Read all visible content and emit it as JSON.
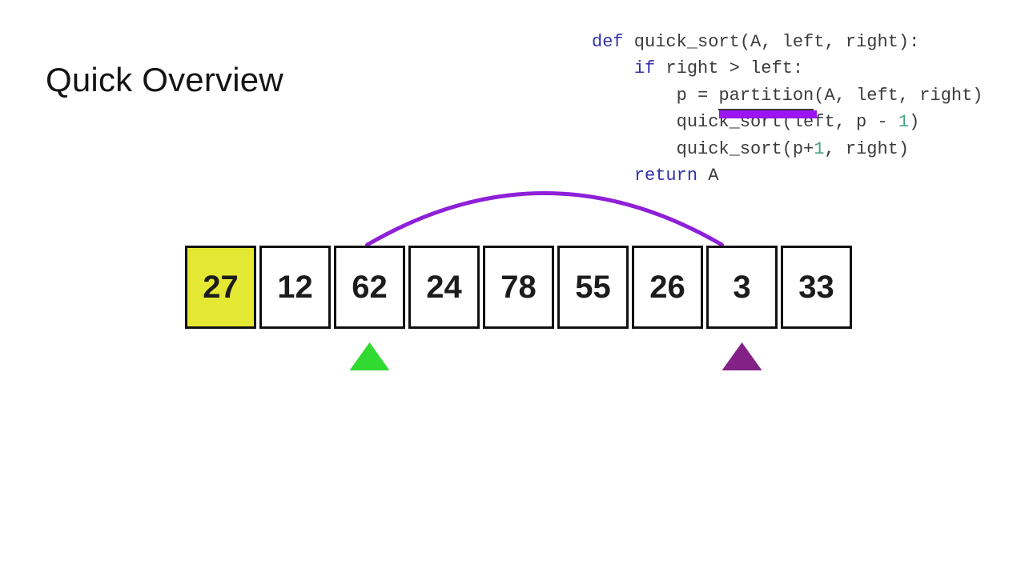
{
  "title": "Quick Overview",
  "colors": {
    "title": "#141414",
    "code_text": "#3c3c3c",
    "keyword": "#3232a8",
    "number": "#4aa383",
    "highlight_underline": "#3a3a3a",
    "highlight_bar": "#9b15f3",
    "arc": "#8e20d8",
    "box_border": "#111111",
    "box_fill": "#ffffff",
    "pivot_fill": "#e5e832",
    "value_text": "#1c1c1c",
    "left_pointer": "#31d931",
    "right_pointer": "#832286"
  },
  "code": {
    "language": "python",
    "lines": [
      [
        {
          "t": "def",
          "c": "kw"
        },
        {
          "t": " quick_sort(A, left, right):",
          "c": "plain"
        }
      ],
      [
        {
          "t": "    ",
          "c": "plain"
        },
        {
          "t": "if",
          "c": "kw"
        },
        {
          "t": " right > left:",
          "c": "plain"
        }
      ],
      [
        {
          "t": "        p = ",
          "c": "plain"
        },
        {
          "t": "partition",
          "c": "hl"
        },
        {
          "t": "(A, left, right)",
          "c": "plain"
        }
      ],
      [
        {
          "t": "        quick_sort(left, p - ",
          "c": "plain"
        },
        {
          "t": "1",
          "c": "num"
        },
        {
          "t": ")",
          "c": "plain"
        }
      ],
      [
        {
          "t": "        quick_sort(p+",
          "c": "plain"
        },
        {
          "t": "1",
          "c": "num"
        },
        {
          "t": ", right)",
          "c": "plain"
        }
      ],
      [
        {
          "t": "    ",
          "c": "plain"
        },
        {
          "t": "return",
          "c": "kw"
        },
        {
          "t": " A",
          "c": "plain"
        }
      ]
    ]
  },
  "array": {
    "values": [
      27,
      12,
      62,
      24,
      78,
      55,
      26,
      3,
      33
    ],
    "pivot_index": 0
  },
  "pointers": [
    {
      "name": "left-pointer",
      "index": 2,
      "color_key": "left_pointer"
    },
    {
      "name": "right-pointer",
      "index": 7,
      "color_key": "right_pointer"
    }
  ],
  "arc": {
    "from_index": 2,
    "to_index": 7
  }
}
